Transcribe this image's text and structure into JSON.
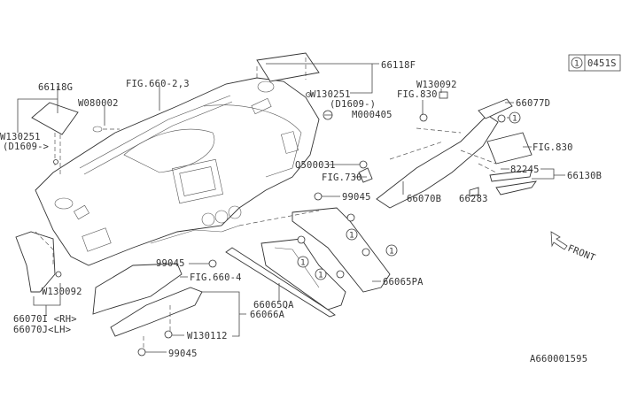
{
  "diagram": {
    "reference_box": {
      "symbol": "1",
      "code": "0451S"
    },
    "drawing_id": "A660001595",
    "front_label": "FRONT",
    "callout_symbol": "1",
    "labels": {
      "p66118F": "66118F",
      "w130251_r": "W130251",
      "d1609_r": "(D1609-)",
      "m000405": "M000405",
      "w130092_r": "W130092",
      "fig830_a": "FIG.830",
      "p66077D": "66077D",
      "fig830_b": "FIG.830",
      "q500031": "Q500031",
      "fig730": "FIG.730",
      "p82245": "82245",
      "p66130B": "66130B",
      "p66070B": "66070B",
      "p66283": "66283",
      "p66118G": "66118G",
      "fig660_23": "FIG.660-2,3",
      "w080002": "W080002",
      "w130251_l": "W130251",
      "d1609_l": "(D1609->",
      "p99045_a": "99045",
      "p99045_b": "99045",
      "fig660_4": "FIG.660-4",
      "p66065PA": "66065PA",
      "w130092_l": "W130092",
      "p66065QA": "66065QA",
      "p66066A": "66066A",
      "p66070I": "66070I <RH>",
      "p66070J": "66070J<LH>",
      "w130112": "W130112",
      "p99045_c": "99045"
    }
  }
}
